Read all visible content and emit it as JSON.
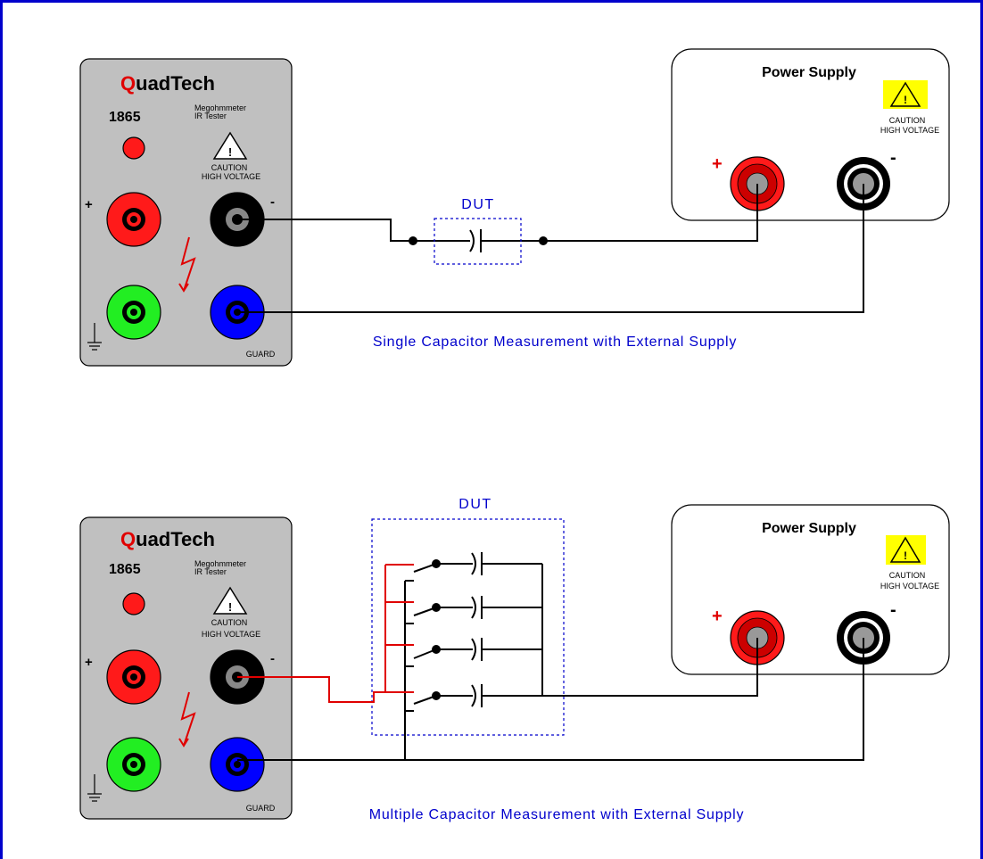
{
  "colors": {
    "frame": "#0000cc",
    "wire": "#000000",
    "red_wire": "#e00000",
    "panel": "#c0c0c0",
    "brand_q": "#e00000",
    "jack_red": "#ff1a1a",
    "jack_black": "#000000",
    "jack_green": "#22ee22",
    "jack_blue": "#0000ff",
    "caution_yellow": "#ffff00",
    "dut_box": "#0000cc",
    "caption": "#0000cc"
  },
  "icons": [
    "warning-triangle-icon",
    "lightning-icon",
    "ground-icon",
    "capacitor-symbol",
    "switch-symbol"
  ],
  "panels": [
    {
      "brand_first": "Q",
      "brand_rest": "uadTech",
      "model": "1865",
      "desc_line1": "Megohmmeter",
      "desc_line2": "IR Tester",
      "caution_line1": "CAUTION",
      "caution_line2": "HIGH VOLTAGE",
      "plus": "+",
      "minus": "-",
      "guard": "GUARD"
    },
    {
      "brand_first": "Q",
      "brand_rest": "uadTech",
      "model": "1865",
      "desc_line1": "Megohmmeter",
      "desc_line2": "IR Tester",
      "caution_line1": "CAUTION",
      "caution_line2": "HIGH VOLTAGE",
      "plus": "+",
      "minus": "-",
      "guard": "GUARD"
    }
  ],
  "supplies": [
    {
      "title": "Power Supply",
      "caution_line1": "CAUTION",
      "caution_line2": "HIGH VOLTAGE",
      "plus": "+",
      "minus": "-"
    },
    {
      "title": "Power Supply",
      "caution_line1": "CAUTION",
      "caution_line2": "HIGH VOLTAGE",
      "plus": "+",
      "minus": "-"
    }
  ],
  "dut_labels": [
    "DUT",
    "DUT"
  ],
  "captions": [
    "Single Capacitor Measurement with External Supply",
    "Multiple Capacitor Measurement with External Supply"
  ]
}
